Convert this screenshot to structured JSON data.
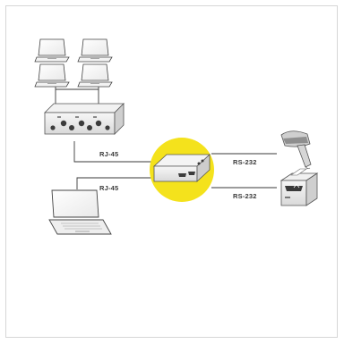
{
  "diagram": {
    "labels": {
      "switch_uplink": "RJ-45",
      "laptop_link": "RJ-45",
      "scanner_link": "RS-232",
      "printer_link": "RS-232"
    },
    "colors": {
      "highlight": "#f4e21c",
      "line": "#3a3a3a",
      "frame": "#d6d6d6",
      "device_body": "#ebebeb"
    },
    "icons": {
      "workstations": [
        "laptop-icon",
        "laptop-icon",
        "laptop-icon",
        "laptop-icon"
      ],
      "hub": "network-switch-icon",
      "center": "device-server-icon",
      "client": "laptop-icon",
      "peripherals": [
        "barcode-scanner-icon",
        "receipt-printer-icon"
      ]
    }
  }
}
